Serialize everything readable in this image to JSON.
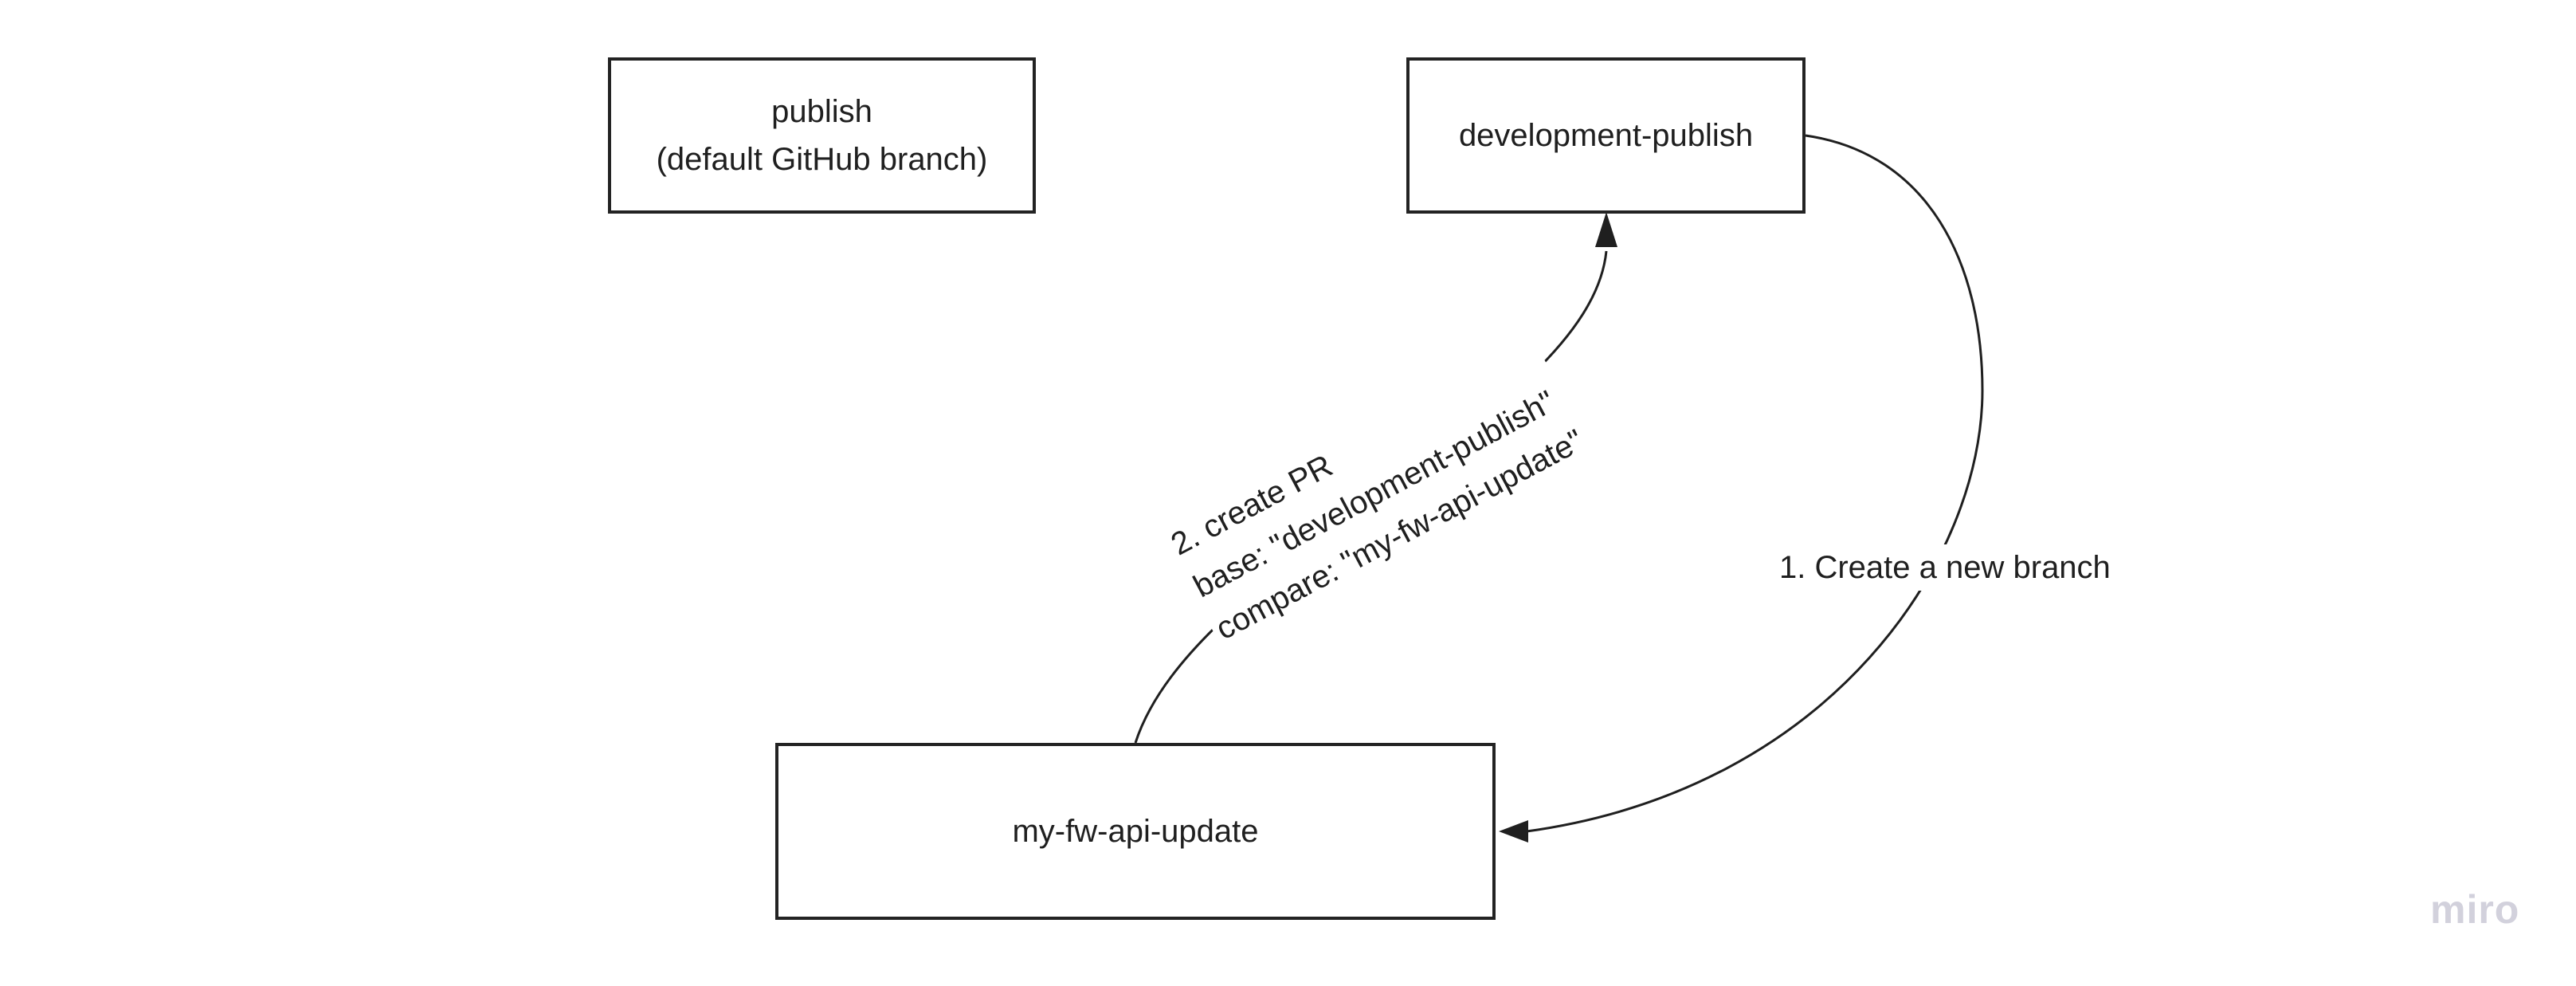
{
  "canvas": {
    "background": "#ffffff",
    "ink": "#1f1f1f",
    "node_border": "#232323"
  },
  "nodes": {
    "publish": {
      "line1": "publish",
      "line2": "(default GitHub branch)"
    },
    "development_publish": {
      "label": "development-publish"
    },
    "my_fw_api_update": {
      "label": "my-fw-api-update"
    }
  },
  "connectors": {
    "create_branch": {
      "label": "1. Create a new branch"
    },
    "create_pr": {
      "line1": "2. create PR",
      "line2": "base: \"development-publish\"",
      "line3": "compare: \"my-fw-api-update\""
    }
  },
  "watermark": {
    "label": "miro",
    "color": "#d2d1dc"
  }
}
